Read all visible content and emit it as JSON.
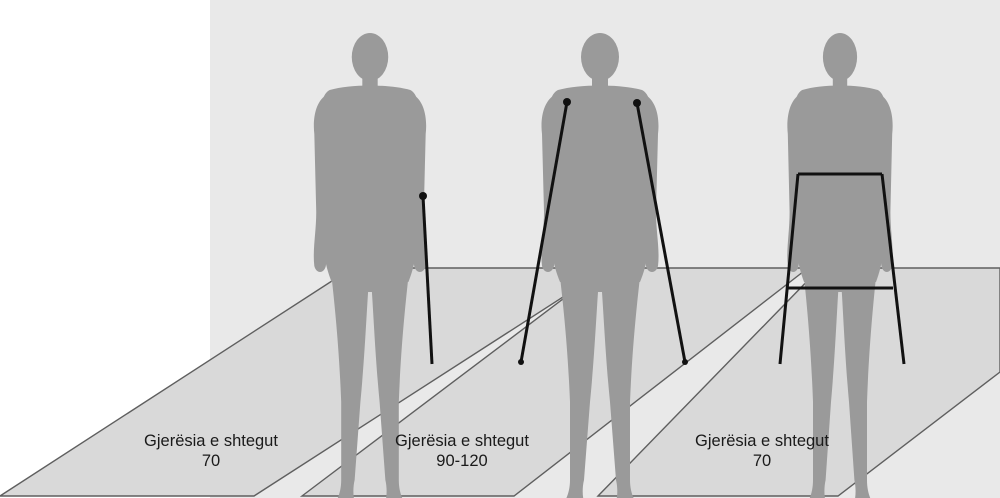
{
  "lanes": [
    {
      "aid": "cane-icon",
      "label_line1": "Gjerësia e shtegut",
      "label_line2": "70"
    },
    {
      "aid": "crutches-icon",
      "label_line1": "Gjerësia e shtegut",
      "label_line2": "90-120"
    },
    {
      "aid": "walker-icon",
      "label_line1": "Gjerësia e shtegut",
      "label_line2": "70"
    }
  ],
  "colors": {
    "path_fill": "#d9d9d9",
    "path_outline": "#5f5f5f",
    "figure_fill": "#9a9a9a",
    "aid_stroke": "#111111",
    "background_top": "#e9e9e9",
    "background": "#ffffff"
  }
}
